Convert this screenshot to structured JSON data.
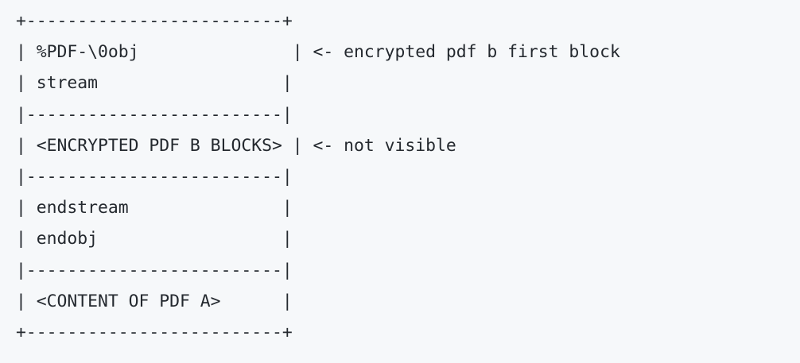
{
  "diagram": {
    "title": "PDF polyglot structure ASCII diagram",
    "type": "ascii-art",
    "colors": {
      "background": "#f6f8fa",
      "text": "#24292f"
    },
    "box": {
      "width_chars": 27,
      "corner_char": "+",
      "horizontal_char": "-",
      "vertical_char": "|",
      "top_border": "+-------------------------+",
      "bottom_border": "+-------------------------+",
      "separator": "|-------------------------|"
    },
    "lines": [
      {
        "box": "+-------------------------+",
        "note": ""
      },
      {
        "box": "| %PDF-\\0obj               |",
        "note": " <- encrypted pdf b first block"
      },
      {
        "box": "| stream                  |",
        "note": ""
      },
      {
        "box": "|-------------------------|",
        "note": ""
      },
      {
        "box": "| <ENCRYPTED PDF B BLOCKS> |",
        "note": " <- not visible"
      },
      {
        "box": "|-------------------------|",
        "note": ""
      },
      {
        "box": "| endstream               |",
        "note": ""
      },
      {
        "box": "| endobj                  |",
        "note": ""
      },
      {
        "box": "|-------------------------|",
        "note": ""
      },
      {
        "box": "| <CONTENT OF PDF A>      |",
        "note": ""
      },
      {
        "box": "+-------------------------+",
        "note": ""
      }
    ],
    "content_labels": [
      "%PDF-\\0obj",
      "stream",
      "<ENCRYPTED PDF B BLOCKS>",
      "endstream",
      "endobj",
      "<CONTENT OF PDF A>"
    ],
    "annotations": [
      "<- encrypted pdf b first block",
      "<- not visible"
    ]
  }
}
